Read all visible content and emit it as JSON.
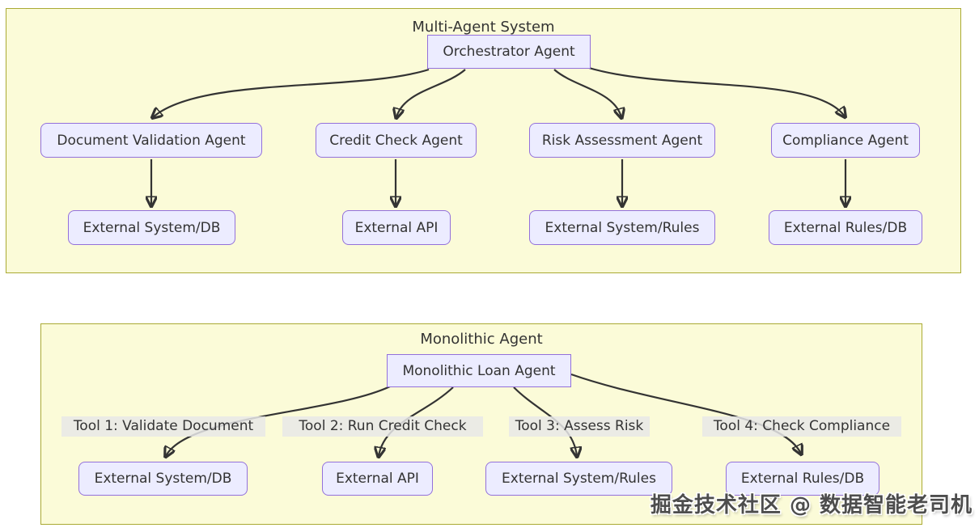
{
  "colors": {
    "cluster_fill": "#fbfbd8",
    "cluster_border": "#aaaa33",
    "node_fill": "#ececff",
    "node_border": "#9370db",
    "edge": "#333333",
    "text": "#333333",
    "edge_label_bg": "#e8e8e8",
    "watermark_text": "#4d4d4d"
  },
  "multi_agent_system": {
    "title": "Multi-Agent System",
    "orchestrator": {
      "label": "Orchestrator Agent"
    },
    "agents": [
      {
        "label": "Document Validation Agent"
      },
      {
        "label": "Credit Check Agent"
      },
      {
        "label": "Risk Assessment Agent"
      },
      {
        "label": "Compliance Agent"
      }
    ],
    "externals": [
      {
        "label": "External System/DB"
      },
      {
        "label": "External API"
      },
      {
        "label": "External System/Rules"
      },
      {
        "label": "External Rules/DB"
      }
    ]
  },
  "monolithic_agent": {
    "title": "Monolithic Agent",
    "agent": {
      "label": "Monolithic Loan Agent"
    },
    "tool_labels": [
      {
        "label": "Tool 1: Validate Document"
      },
      {
        "label": "Tool 2: Run Credit Check"
      },
      {
        "label": "Tool 3: Assess Risk"
      },
      {
        "label": "Tool 4: Check Compliance"
      }
    ],
    "externals": [
      {
        "label": "External System/DB"
      },
      {
        "label": "External API"
      },
      {
        "label": "External System/Rules"
      },
      {
        "label": "External Rules/DB"
      }
    ]
  },
  "watermark": {
    "text": "掘金技术社区 @ 数据智能老司机"
  }
}
